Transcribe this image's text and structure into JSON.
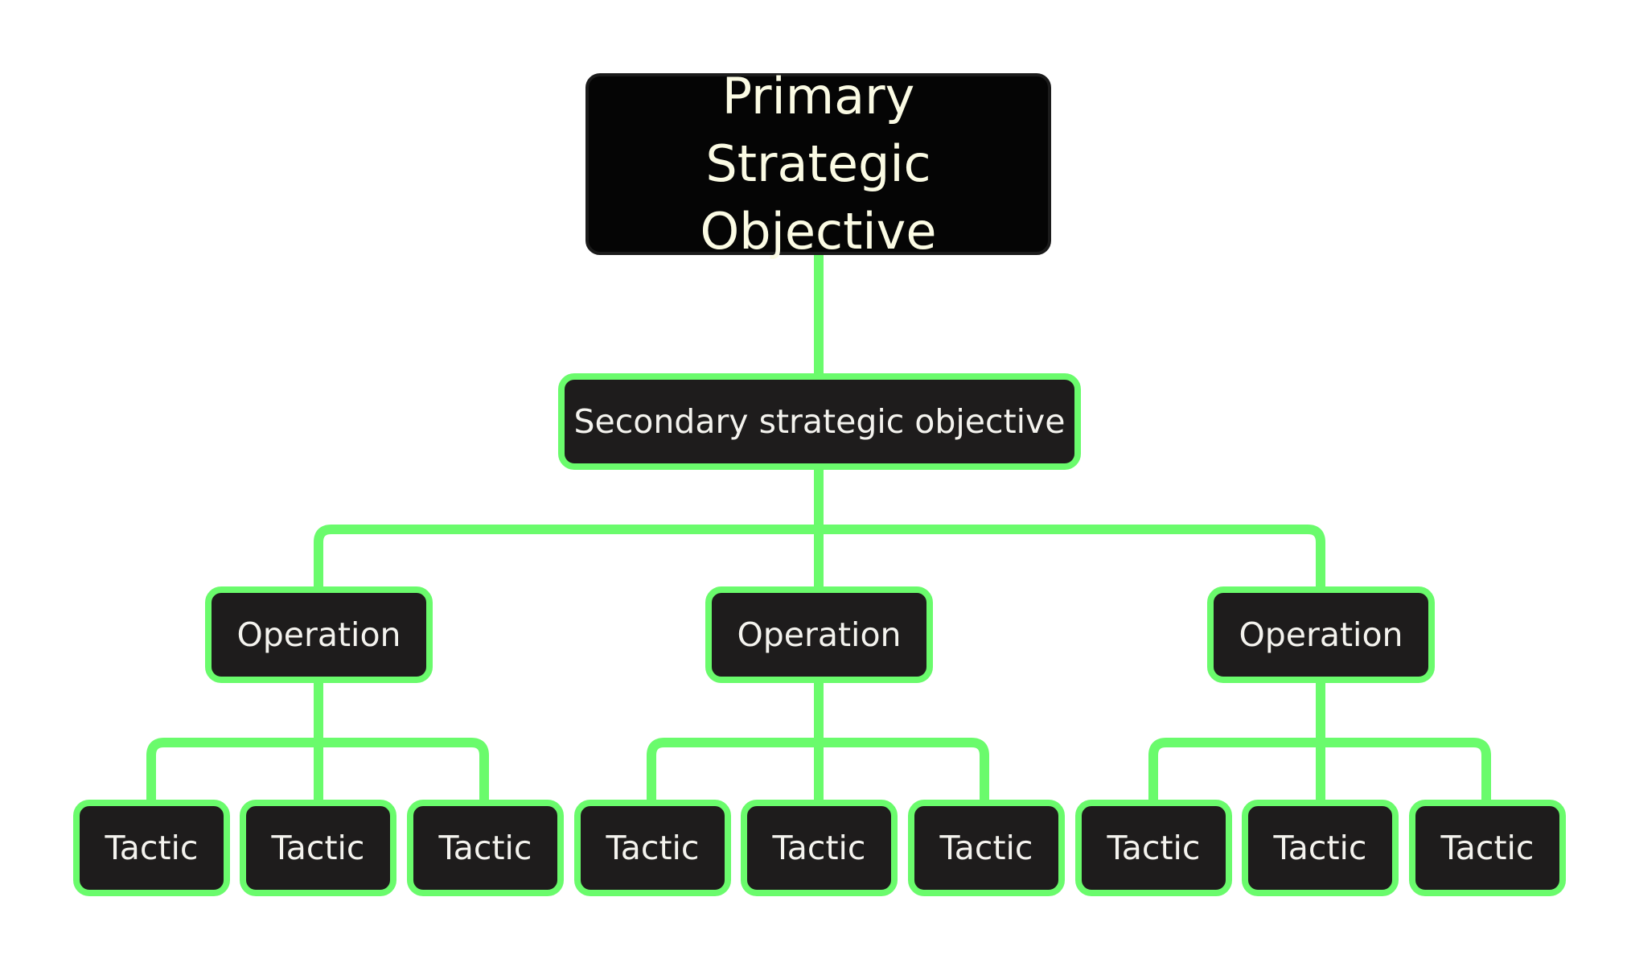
{
  "diagram": {
    "root": {
      "label": "Primary Strategic Objective"
    },
    "secondary": {
      "label": "Secondary strategic objective"
    },
    "operations": [
      {
        "label": "Operation",
        "tactics": [
          {
            "label": "Tactic"
          },
          {
            "label": "Tactic"
          },
          {
            "label": "Tactic"
          }
        ]
      },
      {
        "label": "Operation",
        "tactics": [
          {
            "label": "Tactic"
          },
          {
            "label": "Tactic"
          },
          {
            "label": "Tactic"
          }
        ]
      },
      {
        "label": "Operation",
        "tactics": [
          {
            "label": "Tactic"
          },
          {
            "label": "Tactic"
          },
          {
            "label": "Tactic"
          }
        ]
      }
    ],
    "colors": {
      "connector": "#6afb6c",
      "node_fill": "#1e1c1c",
      "root_fill": "#050505",
      "text": "#f4f3ee",
      "background": "#ffffff"
    }
  }
}
